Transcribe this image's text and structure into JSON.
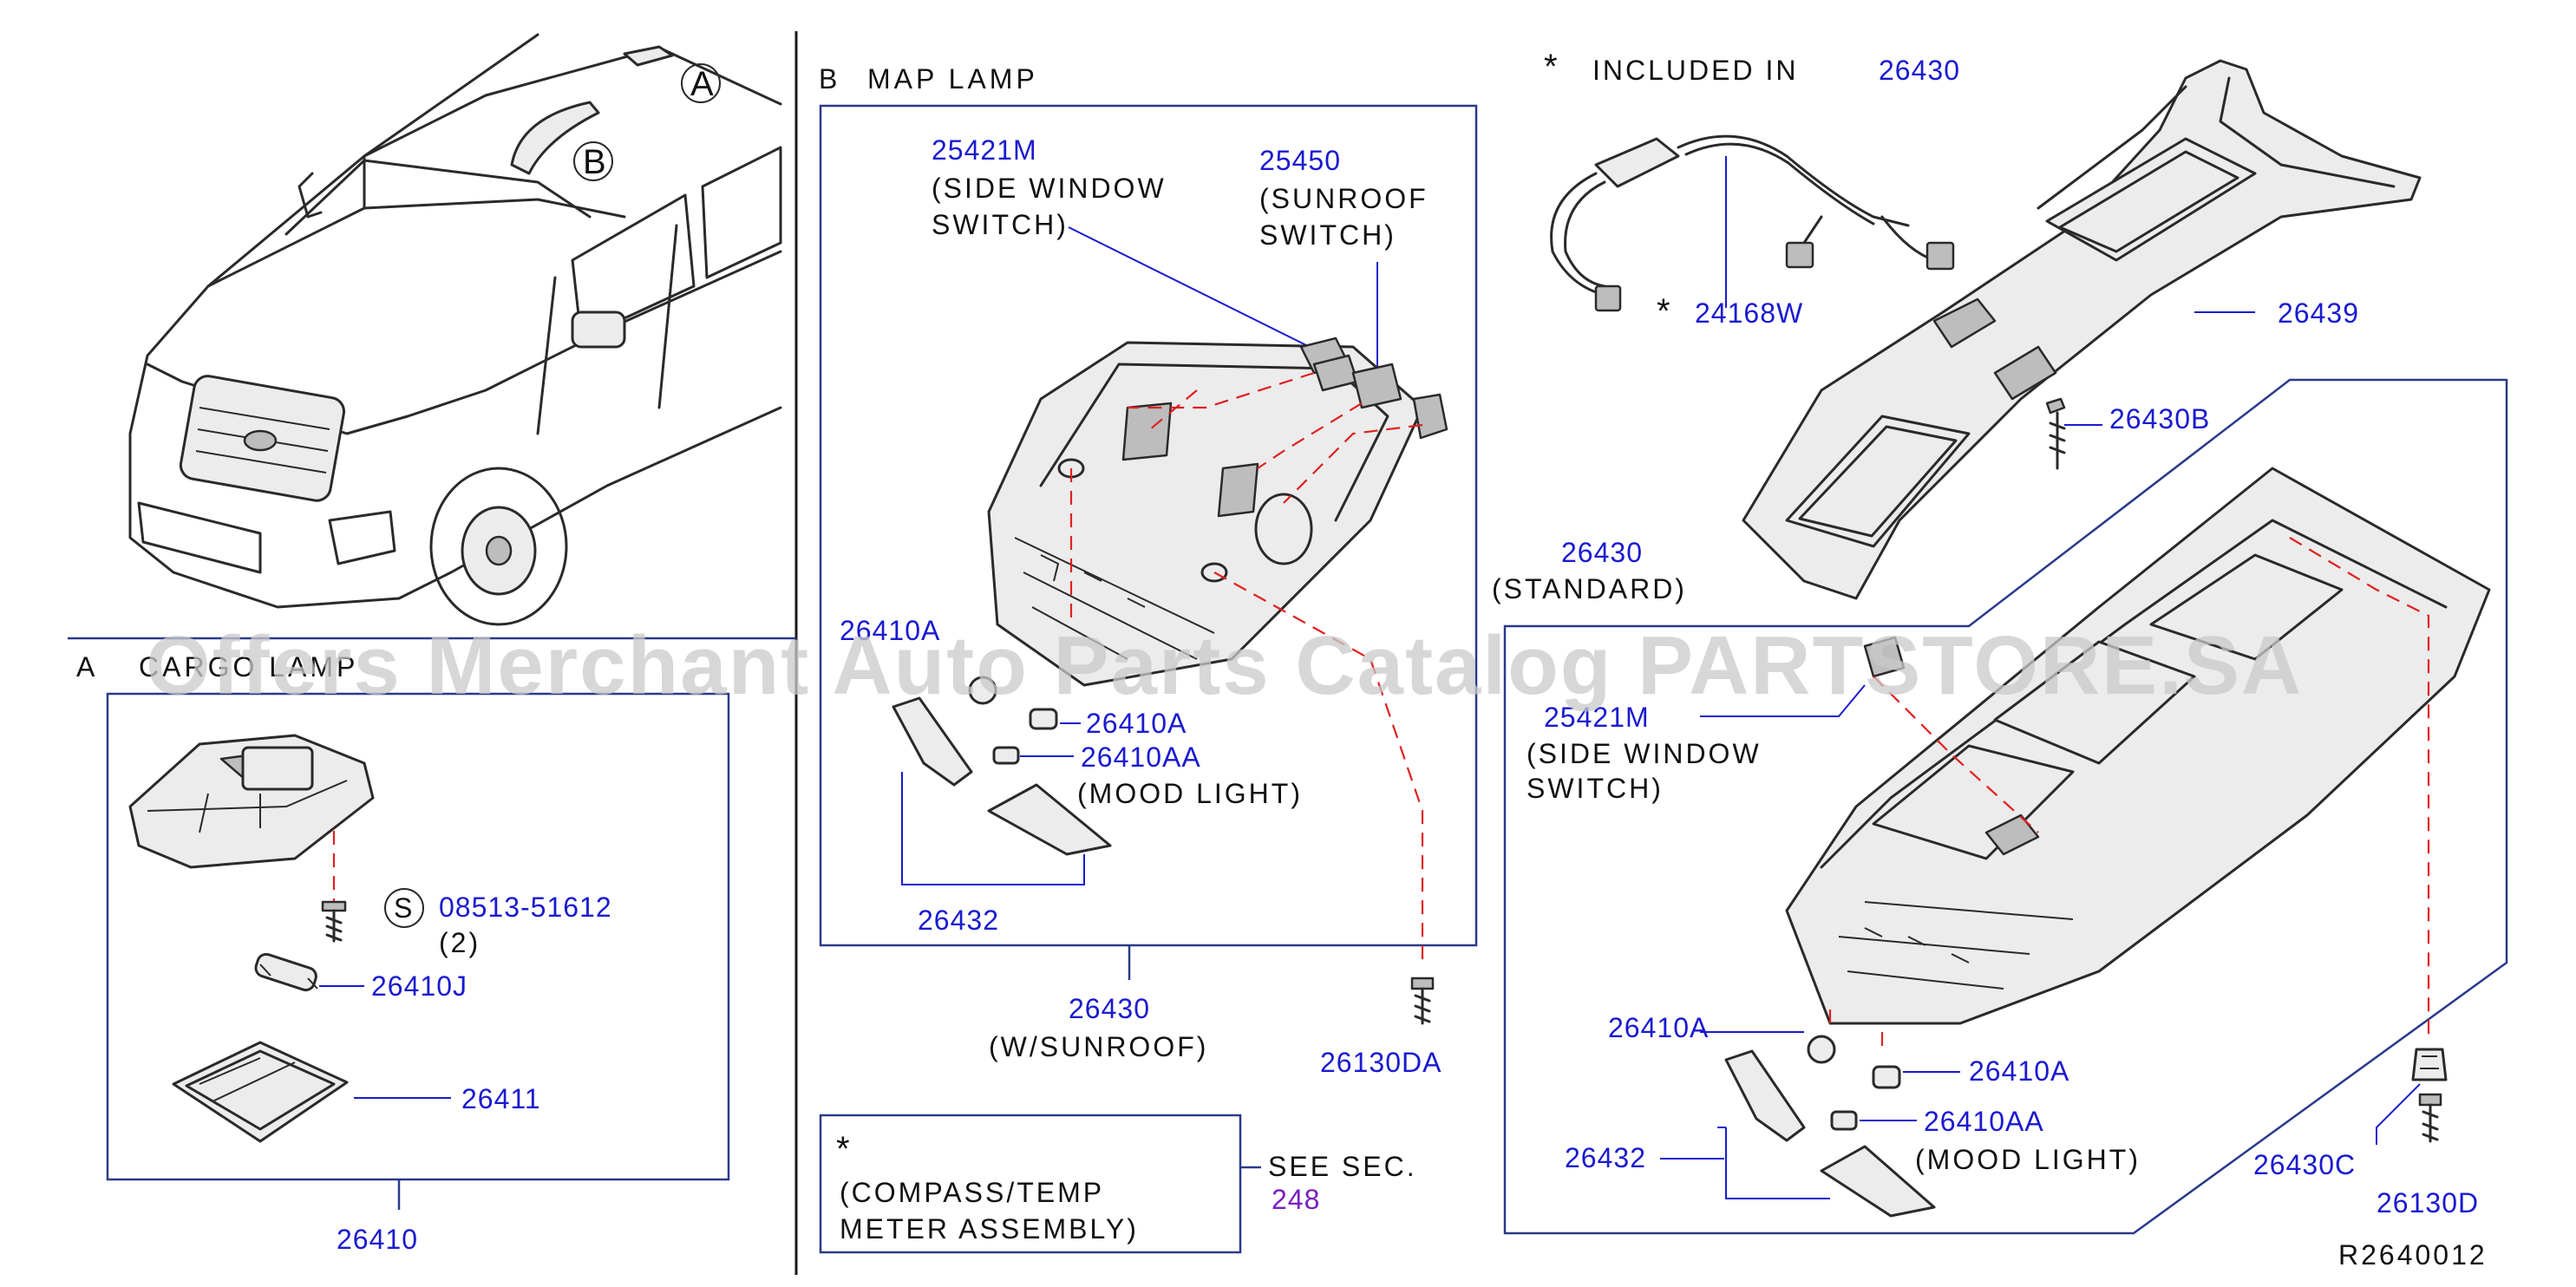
{
  "sections": {
    "a_letter": "A",
    "a_title": "CARGO LAMP",
    "b_letter": "B",
    "b_title": "MAP LAMP"
  },
  "vehicle": {
    "callout_a": "A",
    "callout_b": "B"
  },
  "cargo_lamp": {
    "screw_part": "08513-51612",
    "screw_qty": "(2)",
    "screw_symbol": "S",
    "bulb": "26410J",
    "lens": "26411",
    "assembly": "26410"
  },
  "map_lamp_sunroof": {
    "side_switch_part": "25421M",
    "side_switch_l1": "(SIDE WINDOW",
    "side_switch_l2": "SWITCH)",
    "sunroof_switch_part": "25450",
    "sunroof_switch_l1": "(SUNROOF",
    "sunroof_switch_l2": "SWITCH)",
    "bulb_a_top": "26410A",
    "bulb_a": "26410A",
    "bulb_aa": "26410AA",
    "mood_light": "(MOOD   LIGHT)",
    "lens": "26432",
    "assembly": "26430",
    "assembly_note": "(W/SUNROOF)",
    "clip": "26130DA"
  },
  "compass": {
    "star": "*",
    "line1": "(COMPASS/TEMP",
    "line2": "METER   ASSEMBLY)",
    "see": "SEE    SEC.",
    "sec": "248"
  },
  "harness": {
    "star": "*",
    "included": "INCLUDED   IN",
    "included_part": "26430",
    "harness_star": "*",
    "harness_part": "24168W",
    "bracket": "26439",
    "screw": "26430B"
  },
  "standard": {
    "assembly": "26430",
    "assembly_note": "(STANDARD)",
    "side_switch_part": "25421M",
    "side_switch_l1": "(SIDE   WINDOW",
    "side_switch_l2": "SWITCH)",
    "bulb_a_left": "26410A",
    "bulb_a_right": "26410A",
    "bulb_aa": "26410AA",
    "mood_light": "(MOOD   LIGHT)",
    "lens": "26432",
    "clip_c": "26430C",
    "clip_d": "26130D"
  },
  "diagram_code": "R2640012",
  "watermark": "Offers Merchant Auto Parts Catalog PARTSTORE.SA"
}
